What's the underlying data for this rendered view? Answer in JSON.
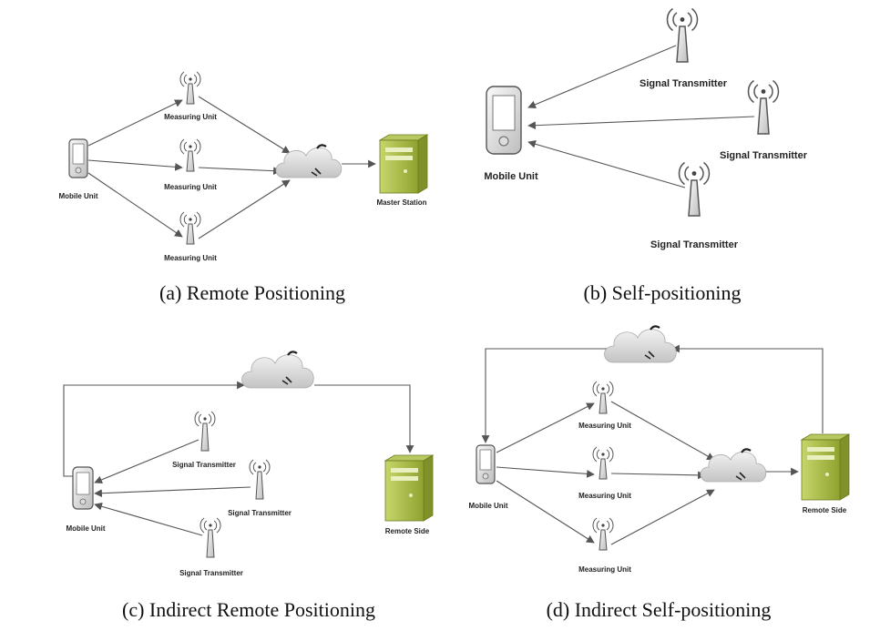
{
  "panels": {
    "a": {
      "caption": "(a)  Remote Positioning",
      "mobile": "Mobile Unit",
      "measuring": [
        "Measuring Unit",
        "Measuring Unit",
        "Measuring Unit"
      ],
      "master": "Master Station"
    },
    "b": {
      "caption": "(b)  Self-positioning",
      "mobile": "Mobile Unit",
      "transmitters": [
        "Signal Transmitter",
        "Signal Transmitter",
        "Signal Transmitter"
      ]
    },
    "c": {
      "caption": "(c)  Indirect Remote Positioning",
      "mobile": "Mobile Unit",
      "transmitters": [
        "Signal Transmitter",
        "Signal Transmitter",
        "Signal Transmitter"
      ],
      "remote": "Remote Side"
    },
    "d": {
      "caption": "(d)  Indirect Self-positioning",
      "mobile": "Mobile Unit",
      "measuring": [
        "Measuring Unit",
        "Measuring Unit",
        "Measuring Unit"
      ],
      "remote": "Remote Side"
    }
  },
  "colors": {
    "server": "#9caf3c",
    "cloud": "#dcdcdc",
    "line": "#555555"
  }
}
